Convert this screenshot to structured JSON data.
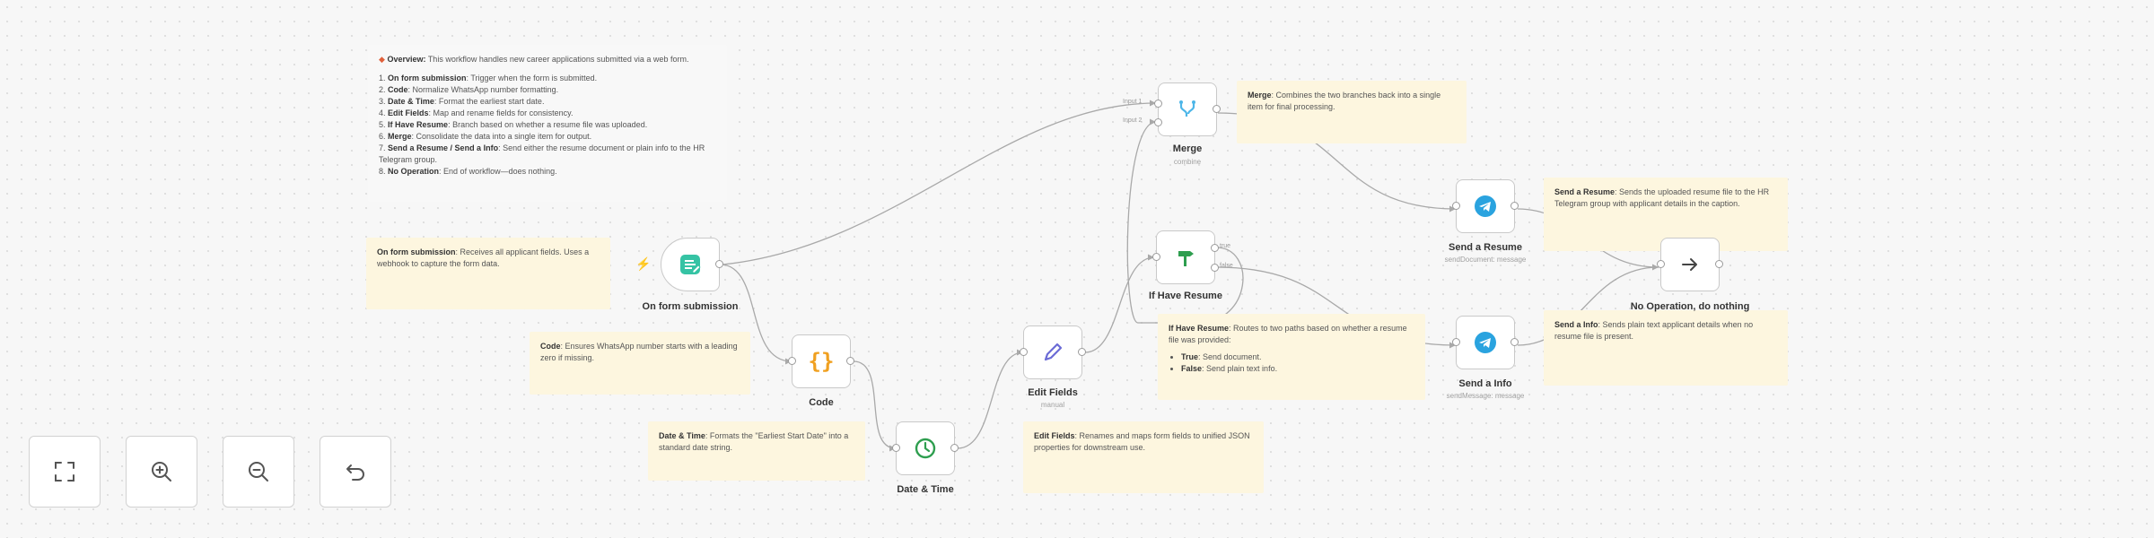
{
  "notes": {
    "overview": {
      "icon": "diamond-icon",
      "title": "Overview:",
      "text": "This workflow handles new career applications submitted via a web form.",
      "steps": [
        {
          "num": "1.",
          "name": "On form submission",
          "desc": ": Trigger when the form is submitted."
        },
        {
          "num": "2.",
          "name": "Code",
          "desc": ": Normalize WhatsApp number formatting."
        },
        {
          "num": "3.",
          "name": "Date & Time",
          "desc": ": Format the earliest start date."
        },
        {
          "num": "4.",
          "name": "Edit Fields",
          "desc": ": Map and rename fields for consistency."
        },
        {
          "num": "5.",
          "name": "If Have Resume",
          "desc": ": Branch based on whether a resume file was uploaded."
        },
        {
          "num": "6.",
          "name": "Merge",
          "desc": ": Consolidate the data into a single item for output."
        },
        {
          "num": "7.",
          "name": "Send a Resume / Send a Info",
          "desc": ": Send either the resume document or plain info to the HR Telegram group."
        },
        {
          "num": "8.",
          "name": "No Operation",
          "desc": ": End of workflow—does nothing."
        }
      ]
    },
    "form": {
      "name": "On form submission",
      "desc": ": Receives all applicant fields. Uses a webhook to capture the form data."
    },
    "code": {
      "name": "Code",
      "desc": ": Ensures WhatsApp number starts with a leading zero if missing."
    },
    "datetime": {
      "name": "Date & Time",
      "desc": ": Formats the \"Earliest Start Date\" into a standard date string."
    },
    "editfields": {
      "name": "Edit Fields",
      "desc": ": Renames and maps form fields to unified JSON properties for downstream use."
    },
    "ifresume": {
      "name": "If Have Resume",
      "desc": ": Routes to two paths based on whether a resume file was provided:",
      "bullets": [
        {
          "name": "True",
          "desc": ": Send document."
        },
        {
          "name": "False",
          "desc": ": Send plain text info."
        }
      ]
    },
    "merge": {
      "name": "Merge",
      "desc": ": Combines the two branches back into a single item for final processing."
    },
    "sendresume": {
      "name": "Send a Resume",
      "desc": ": Sends the uploaded resume file to the HR Telegram group with applicant details in the caption."
    },
    "sendinfo": {
      "name": "Send a Info",
      "desc": ": Sends plain text applicant details when no resume file is present."
    }
  },
  "nodes": {
    "form": {
      "label": "On form submission",
      "icon": "form-icon",
      "trigger_icon": "lightning-icon"
    },
    "code": {
      "label": "Code",
      "icon": "code-braces-icon",
      "color": "#f0a020"
    },
    "datetime": {
      "label": "Date & Time",
      "icon": "clock-icon",
      "color": "#2e9e4f"
    },
    "editfields": {
      "label": "Edit Fields",
      "sub": "manual",
      "icon": "pencil-icon",
      "color": "#6b6bd6"
    },
    "ifresume": {
      "label": "If Have Resume",
      "icon": "signpost-icon",
      "color": "#2e9e4f",
      "port_true": "true",
      "port_false": "false"
    },
    "merge": {
      "label": "Merge",
      "sub": "combine",
      "icon": "merge-icon",
      "color": "#4db6e8",
      "port_in1": "Input 1",
      "port_in2": "Input 2"
    },
    "sendresume": {
      "label": "Send a Resume",
      "sub": "sendDocument: message",
      "icon": "telegram-icon",
      "color": "#2aa3df"
    },
    "sendinfo": {
      "label": "Send a Info",
      "sub": "sendMessage: message",
      "icon": "telegram-icon",
      "color": "#2aa3df"
    },
    "noop": {
      "label": "No Operation, do nothing",
      "icon": "arrow-right-icon"
    }
  },
  "controls": [
    {
      "name": "fit-view-button",
      "icon": "fit-view-icon"
    },
    {
      "name": "zoom-in-button",
      "icon": "zoom-in-icon"
    },
    {
      "name": "zoom-out-button",
      "icon": "zoom-out-icon"
    },
    {
      "name": "reset-zoom-button",
      "icon": "undo-icon"
    }
  ]
}
